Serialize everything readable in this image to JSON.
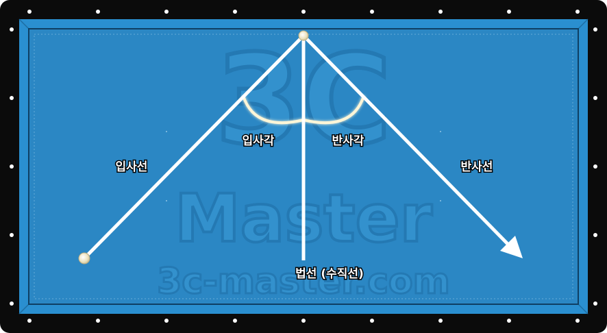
{
  "diagram": {
    "labels": {
      "incidence_line": "입사선",
      "incidence_angle": "입사각",
      "reflection_angle": "반사각",
      "reflection_line": "반사선",
      "normal_line": "법선 (수직선)"
    },
    "watermark": {
      "logo": "3C",
      "word": "Master",
      "site": "3c-master.com"
    }
  },
  "colors": {
    "cloth": "#2b87c4",
    "cushion": "#2a8fd0",
    "frame": "#0b0b0b",
    "line": "#ffffff",
    "ball": "#f0e8c8",
    "angle_arc": "#fdf6d8"
  }
}
